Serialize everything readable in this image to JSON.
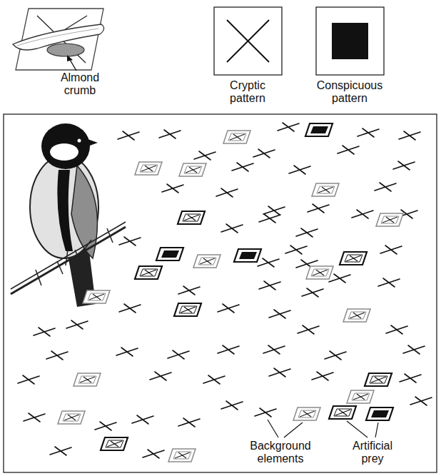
{
  "diagram": {
    "labels": [
      "Almond crumb",
      "Cryptic pattern",
      "Conspicuous pattern",
      "Background elements",
      "Artificial prey"
    ]
  }
}
